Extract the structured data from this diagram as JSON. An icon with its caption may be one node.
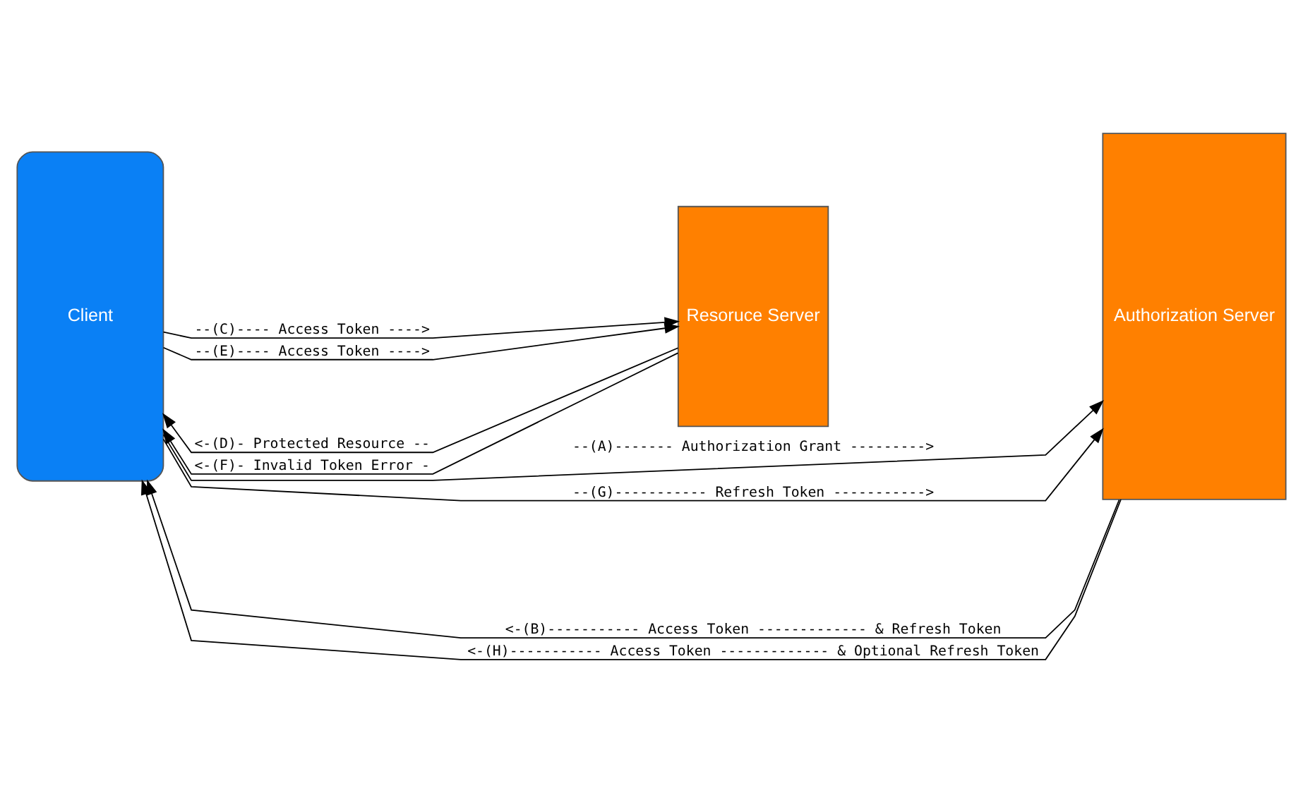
{
  "diagram": {
    "nodes": [
      {
        "text": [
          "Client"
        ]
      },
      {
        "text": [
          "Resoruce Server"
        ]
      },
      {
        "text": [
          "Authorization Server"
        ]
      }
    ],
    "edges": [
      {
        "from": 0,
        "to": 2,
        "arrow": "to",
        "label": "--(A)------- Authorization Grant --------->"
      },
      {
        "from": 2,
        "to": 0,
        "arrow": "to",
        "label": "<-(B)----------- Access Token ------------- & Refresh Token"
      },
      {
        "from": 0,
        "to": 1,
        "arrow": "to",
        "label": "--(C)---- Access Token ---->"
      },
      {
        "from": 1,
        "to": 0,
        "arrow": "to",
        "label": "<-(D)- Protected Resource --"
      },
      {
        "from": 0,
        "to": 1,
        "arrow": "to",
        "label": "--(E)---- Access Token ---->"
      },
      {
        "from": 1,
        "to": 0,
        "arrow": "to",
        "label": "<-(F)- Invalid Token Error -"
      },
      {
        "from": 0,
        "to": 2,
        "arrow": "to",
        "label": "--(G)----------- Refresh Token ----------->"
      },
      {
        "from": 2,
        "to": 0,
        "arrow": "to",
        "label": "<-(H)----------- Access Token ------------- & Optional Refresh Token"
      }
    ]
  }
}
